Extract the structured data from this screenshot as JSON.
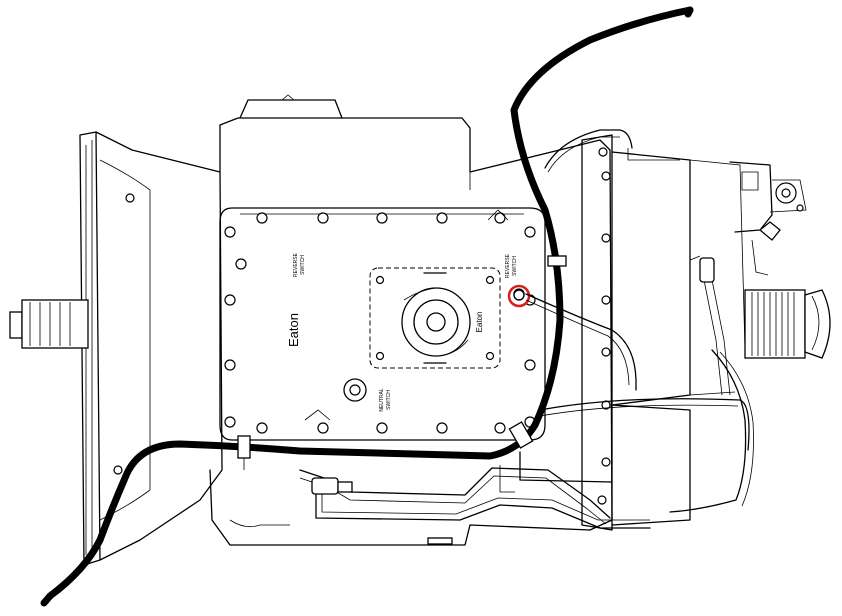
{
  "labels": {
    "brand_cover": "Eaton",
    "brand_shift": "Eaton",
    "reverse_switch_upper": [
      "REVERSE",
      "SWITCH"
    ],
    "reverse_switch_lower": [
      "REVERSE",
      "SWITCH"
    ],
    "neutral_switch": [
      "NEUTRAL",
      "SWITCH"
    ]
  },
  "colors": {
    "outline": "#000000",
    "background": "#ffffff",
    "highlight": "#d62020"
  }
}
